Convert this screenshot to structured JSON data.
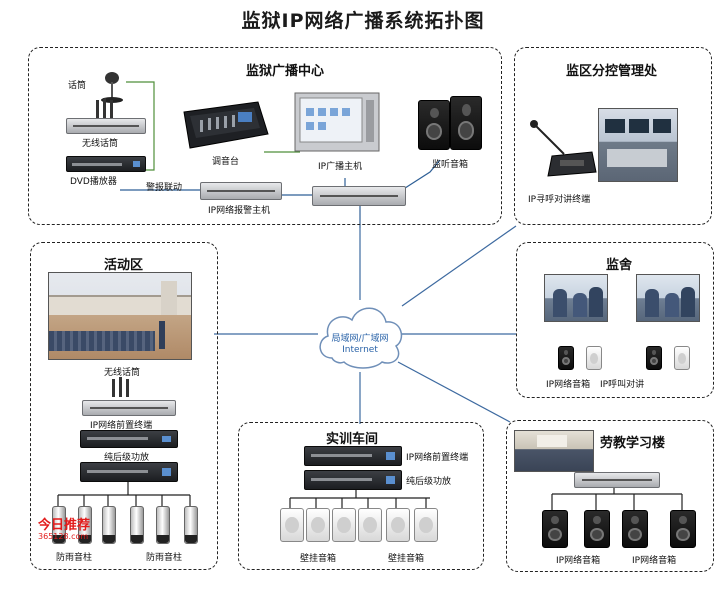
{
  "title": "监狱IP网络广播系统拓扑图",
  "network": {
    "line1": "局域网/广域网",
    "line2": "Internet"
  },
  "regions": {
    "center": {
      "title": "监狱广播中心"
    },
    "branch": {
      "title": "监区分控管理处"
    },
    "activity": {
      "title": "活动区"
    },
    "cell": {
      "title": "监舍"
    },
    "workshop": {
      "title": "实训车间"
    },
    "school": {
      "title": "劳教学习楼"
    }
  },
  "labels": {
    "mic": "话筒",
    "wireless_mic": "无线话筒",
    "dvd": "DVD播放器",
    "mixer": "调音台",
    "host": "IP广播主机",
    "monitor": "监听音箱",
    "alarm_link": "警报联动",
    "alarm_host": "IP网络报警主机",
    "intercom": "IP寻呼对讲终端",
    "act_wireless_mic": "无线话筒",
    "act_terminal": "IP网络前置终端",
    "act_amp": "纯后级功放",
    "act_column1": "防雨音柱",
    "act_column2": "防雨音柱",
    "cell_speaker": "IP网络音箱",
    "cell_intercom": "IP呼叫对讲",
    "ws_terminal": "IP网络前置终端",
    "ws_amp": "纯后级功放",
    "ws_wall1": "壁挂音箱",
    "ws_wall2": "壁挂音箱",
    "school_speaker1": "IP网络音箱",
    "school_speaker2": "IP网络音箱"
  },
  "watermark": {
    "main": "今日推荐",
    "sub": "365128.com"
  },
  "colors": {
    "network_line": "#3d6aa0",
    "cloud_text": "#2a63a8",
    "center_wire": "#4f8f3a"
  }
}
